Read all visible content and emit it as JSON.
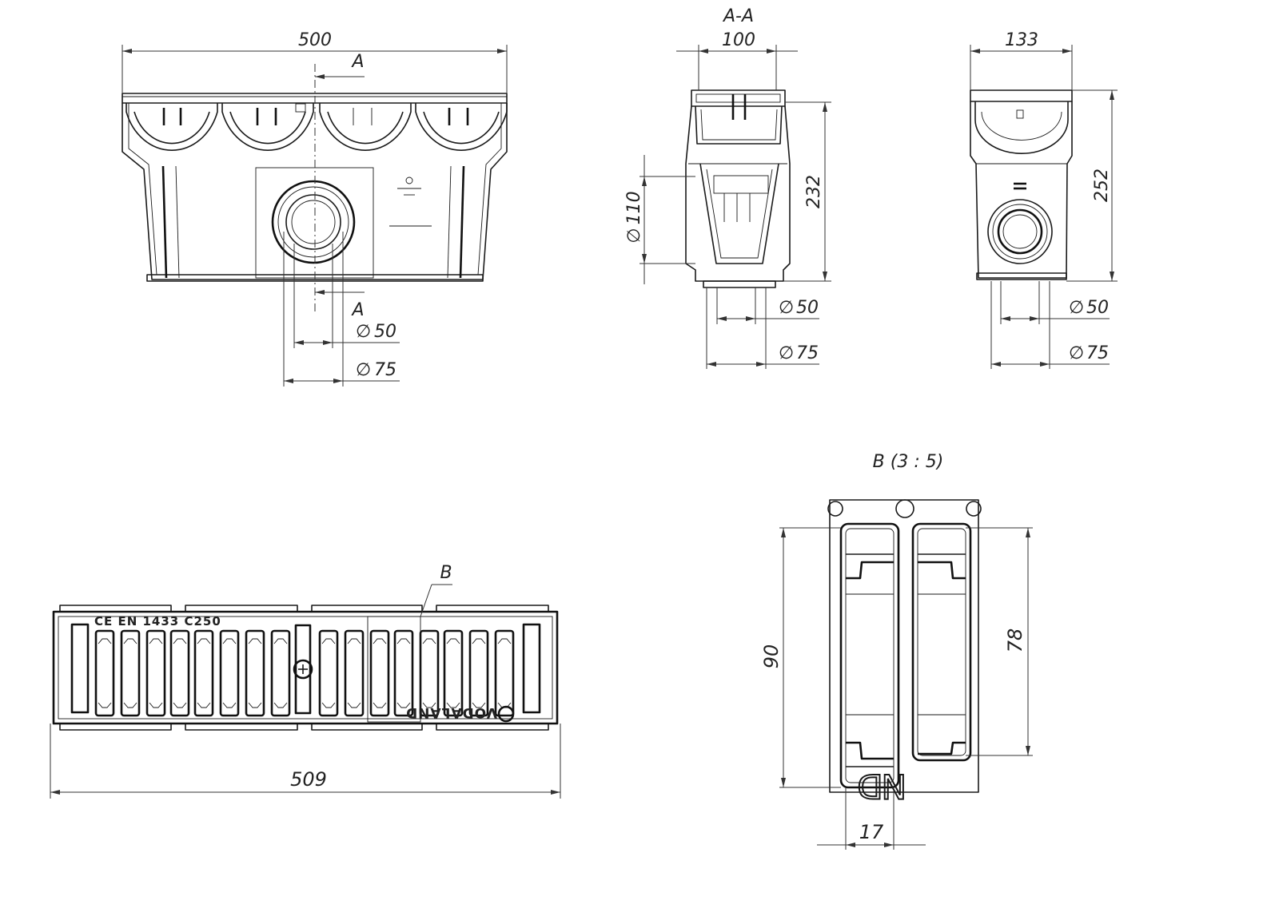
{
  "front_view": {
    "width_dim": "500",
    "section_mark_top": "A",
    "section_mark_bottom": "A",
    "outlet_inner_dim": "50",
    "outlet_outer_dim": "75"
  },
  "section_view": {
    "title": "A-A",
    "width_dim": "100",
    "height_dim": "232",
    "inlet_dim": "110",
    "outlet_inner_dim": "50",
    "outlet_outer_dim": "75"
  },
  "side_view": {
    "width_dim": "133",
    "height_dim": "252",
    "outlet_inner_dim": "50",
    "outlet_outer_dim": "75"
  },
  "top_view": {
    "grate_marking": "CE EN 1433 C250",
    "brand": "VODALAND",
    "length_dim": "509",
    "detail_callout": "B"
  },
  "detail_view": {
    "title": "B (3 : 5)",
    "height_outer_dim": "90",
    "height_inner_dim": "78",
    "slot_width_dim": "17",
    "corner_glyphs": "ND"
  },
  "symbols": {
    "diameter": "∅"
  },
  "colors": {
    "line": "#1a1a1a",
    "background": "#ffffff"
  }
}
